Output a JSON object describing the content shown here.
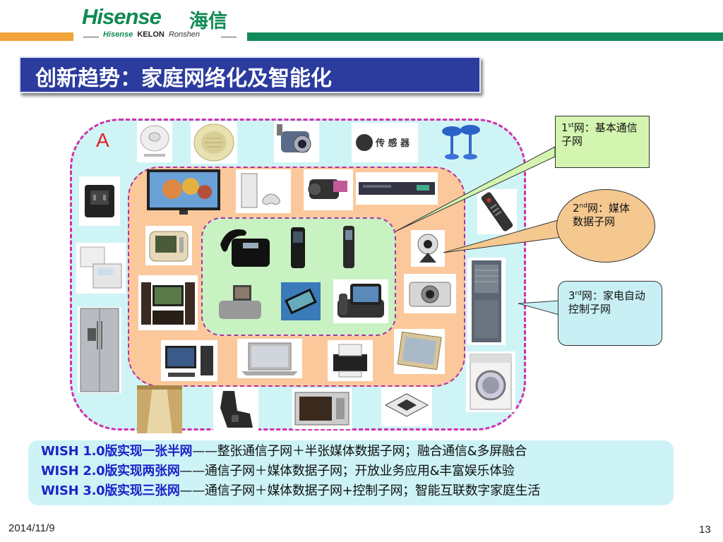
{
  "header": {
    "logo_en": "Hisense",
    "logo_cn": "海信",
    "brands": [
      "Hisense",
      "KELON",
      "Ronshen"
    ]
  },
  "title": "创新趋势：家庭网络化及智能化",
  "diagram": {
    "zone_label": "A",
    "callouts": [
      {
        "num": "1",
        "sup": "st",
        "text": "网：基本通信子网"
      },
      {
        "num": "2",
        "sup": "nd",
        "text": "网：媒体数据子网"
      },
      {
        "num": "3",
        "sup": "rd",
        "text": "网：家电自动控制子网"
      }
    ],
    "sensor_label": "传 感 器"
  },
  "wish": [
    {
      "highlight": "WISH 1.0版实现一张半网",
      "rest": "——整张通信子网＋半张媒体数据子网；融合通信&多屏融合"
    },
    {
      "highlight": "WISH 2.0版实现两张网",
      "rest": "——通信子网＋媒体数据子网；开放业务应用&丰富娱乐体验"
    },
    {
      "highlight": "WISH 3.0版实现三张网",
      "rest": "——通信子网＋媒体数据子网+控制子网；智能互联数字家庭生活"
    }
  ],
  "footer": {
    "date": "2014/11/9",
    "page": "13"
  },
  "colors": {
    "brand_green": "#138a5c",
    "brand_orange": "#f2a43a",
    "title_blue": "#2b3b9e",
    "wish_blue": "#1a24c8"
  }
}
